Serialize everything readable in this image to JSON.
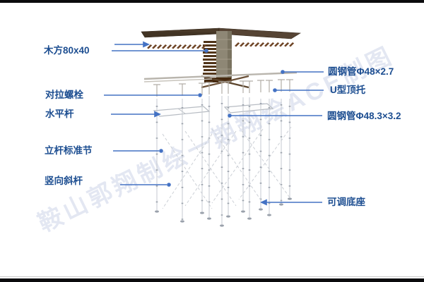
{
  "page": {
    "background_color": "#FFFFFF",
    "top_bar_color": "#0B0B0D",
    "bottom_bar_color": "#0B0B0D"
  },
  "diagram": {
    "accent_color": "#4472C4",
    "label_text_color": "#1D4E91",
    "labels_left": [
      {
        "text": "木方80x40"
      },
      {
        "text": "对拉螺栓"
      },
      {
        "text": "水平杆"
      },
      {
        "text": "立杆标准节"
      },
      {
        "text": "竖向斜杆"
      }
    ],
    "labels_right": [
      {
        "text": "圆钢管Φ48×2.7"
      },
      {
        "text": "U型顶托"
      },
      {
        "text": "圆钢管Φ48.3×3.2"
      },
      {
        "text": "可调底座"
      }
    ],
    "watermark": "鞍山郭翔制绘一期翔绘ACE制图"
  }
}
